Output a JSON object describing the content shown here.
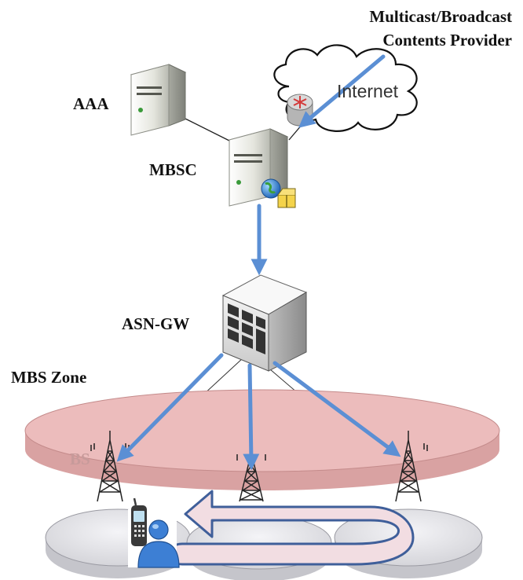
{
  "diagram": {
    "labels": {
      "provider_line1": "Multicast/Broadcast",
      "provider_line2": "Contents Provider",
      "internet": "Internet",
      "aaa": "AAA",
      "mbsc": "MBSC",
      "asn_gw": "ASN-GW",
      "mbs_zone": "MBS Zone",
      "bs": "BS"
    },
    "nodes": [
      {
        "id": "provider",
        "label": "Multicast/Broadcast Contents Provider"
      },
      {
        "id": "internet",
        "label": "Internet"
      },
      {
        "id": "aaa",
        "label": "AAA"
      },
      {
        "id": "mbsc",
        "label": "MBSC"
      },
      {
        "id": "asn_gw",
        "label": "ASN-GW"
      },
      {
        "id": "bs1",
        "label": "BS"
      },
      {
        "id": "bs2",
        "label": ""
      },
      {
        "id": "bs3",
        "label": ""
      },
      {
        "id": "user",
        "label": ""
      }
    ],
    "edges": [
      {
        "from": "provider",
        "to": "internet",
        "style": "blue-arrow"
      },
      {
        "from": "aaa",
        "to": "mbsc",
        "style": "line"
      },
      {
        "from": "internet",
        "to": "mbsc",
        "style": "line"
      },
      {
        "from": "mbsc",
        "to": "asn_gw",
        "style": "blue-arrow"
      },
      {
        "from": "asn_gw",
        "to": "bs1",
        "style": "blue-arrow"
      },
      {
        "from": "asn_gw",
        "to": "bs2",
        "style": "blue-arrow"
      },
      {
        "from": "asn_gw",
        "to": "bs3",
        "style": "blue-arrow"
      }
    ],
    "colors": {
      "arrow": "#5b8fd4",
      "zone": "#e9b8b8",
      "cell": "#e4e4e8",
      "handover_arrow": "#f2dde2",
      "handover_outline": "#3f5f9a"
    }
  }
}
